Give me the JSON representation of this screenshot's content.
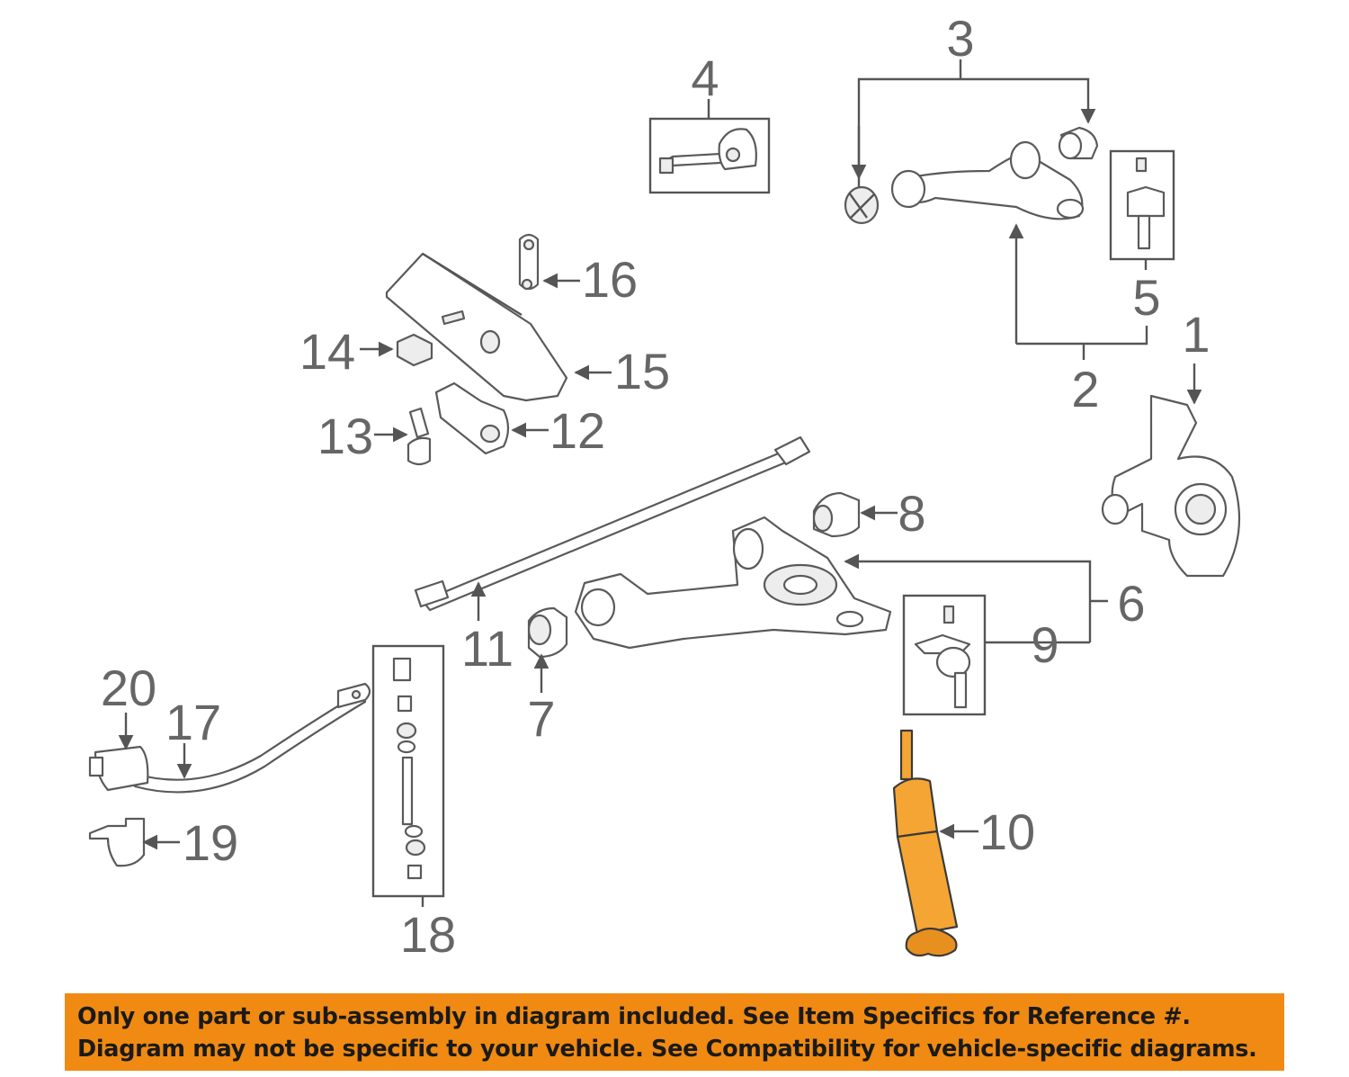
{
  "callouts": {
    "c1": "1",
    "c2": "2",
    "c3": "3",
    "c4": "4",
    "c5": "5",
    "c6": "6",
    "c7": "7",
    "c8": "8",
    "c9": "9",
    "c10": "10",
    "c11": "11",
    "c12": "12",
    "c13": "13",
    "c14": "14",
    "c15": "15",
    "c16": "16",
    "c17": "17",
    "c18": "18",
    "c19": "19",
    "c20": "20"
  },
  "highlight_part": "10",
  "colors": {
    "highlight": "#f5a533",
    "banner": "#f08a12",
    "linework": "#5a5a5a"
  },
  "banner": {
    "line1": "Only one part or sub-assembly in diagram included. See Item Specifics for Reference #.",
    "line2": "Diagram may not be specific to your vehicle. See Compatibility for vehicle-specific diagrams."
  }
}
